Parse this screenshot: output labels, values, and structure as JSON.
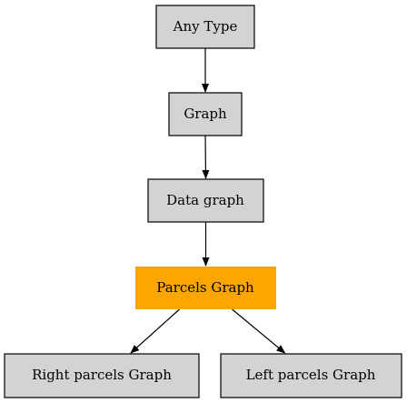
{
  "diagram": {
    "type": "inheritance-graph",
    "nodes": [
      {
        "id": "any-type",
        "label": "Any Type",
        "highlight": false
      },
      {
        "id": "graph",
        "label": "Graph",
        "highlight": false
      },
      {
        "id": "data-graph",
        "label": "Data graph",
        "highlight": false
      },
      {
        "id": "parcels-graph",
        "label": "Parcels Graph",
        "highlight": true
      },
      {
        "id": "right-parcels-graph",
        "label": "Right parcels Graph",
        "highlight": false
      },
      {
        "id": "left-parcels-graph",
        "label": "Left parcels Graph",
        "highlight": false
      }
    ],
    "edges": [
      {
        "from": "any-type",
        "to": "graph"
      },
      {
        "from": "graph",
        "to": "data-graph"
      },
      {
        "from": "data-graph",
        "to": "parcels-graph"
      },
      {
        "from": "parcels-graph",
        "to": "right-parcels-graph"
      },
      {
        "from": "parcels-graph",
        "to": "left-parcels-graph"
      }
    ],
    "colors": {
      "node_fill": "#d3d3d3",
      "node_stroke": "#000000",
      "highlight_fill": "#ffa500",
      "edge": "#000000"
    }
  }
}
